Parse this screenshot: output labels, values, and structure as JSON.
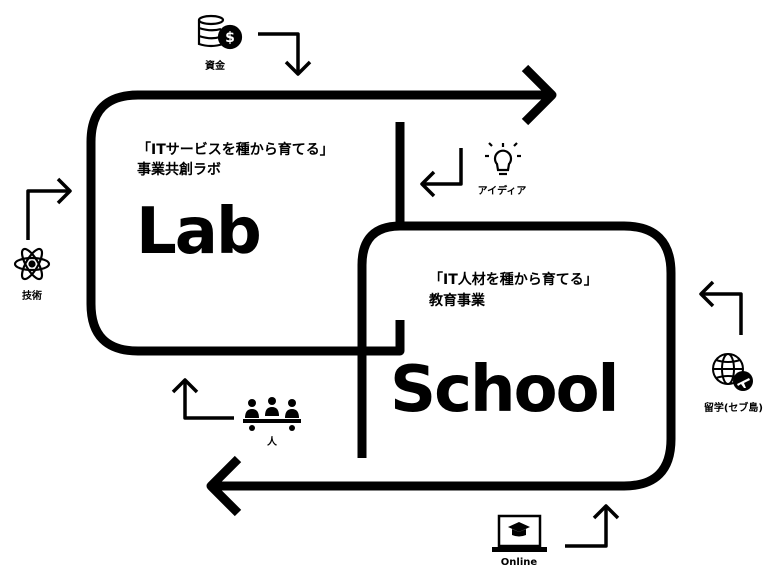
{
  "lab": {
    "subtitle_line1": "「ITサービスを種から育てる」",
    "subtitle_line2": "事業共創ラボ",
    "title": "Lab"
  },
  "school": {
    "subtitle_line1": "「IT人材を種から育てる」",
    "subtitle_line2": "教育事業",
    "title": "School"
  },
  "inputs": {
    "funds": {
      "label": "資金",
      "icon": "money-coins-icon"
    },
    "idea": {
      "label": "アイディア",
      "icon": "lightbulb-icon"
    },
    "technology": {
      "label": "技術",
      "icon": "atom-icon"
    },
    "people": {
      "label": "人",
      "icon": "people-meeting-icon"
    },
    "study_abroad": {
      "label": "留学(セブ島)",
      "icon": "globe-plane-icon"
    },
    "online": {
      "label": "Online",
      "icon": "laptop-graduation-icon"
    }
  }
}
